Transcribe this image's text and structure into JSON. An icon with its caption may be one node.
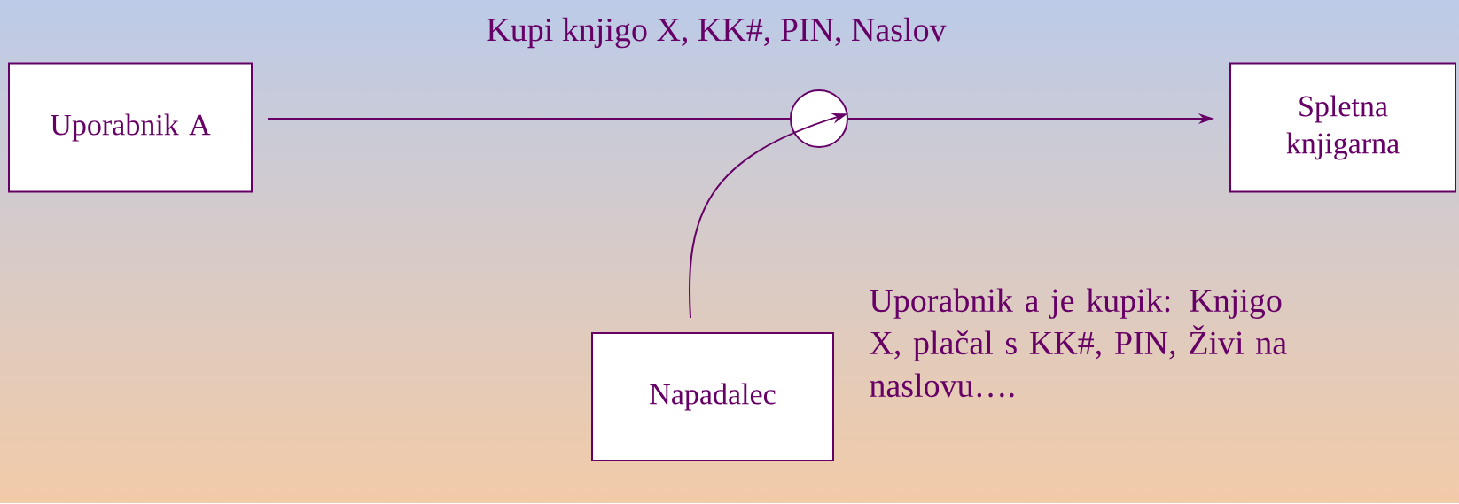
{
  "diagram": {
    "nodes": [
      {
        "text": [
          "Uporabnik A"
        ]
      },
      {
        "text": [
          "Spletna knjigarna"
        ]
      },
      {
        "text": [
          "Napadalec"
        ],
        "beside": [
          "Uporabnik a je kupik: Knjigo X, plačal s KK#, PIN, Živi na naslovu…."
        ]
      },
      {
        "text": [],
        "shape": "circle"
      }
    ],
    "edges": [
      {
        "from": 0,
        "to": 3,
        "arrow": "none"
      },
      {
        "from": 3,
        "to": 1,
        "arrow": "to"
      },
      {
        "from": 2,
        "to": 3,
        "arrow": "to"
      }
    ],
    "labels": [
      "Kupi knjigo X, KK#, PIN, Naslov"
    ]
  }
}
